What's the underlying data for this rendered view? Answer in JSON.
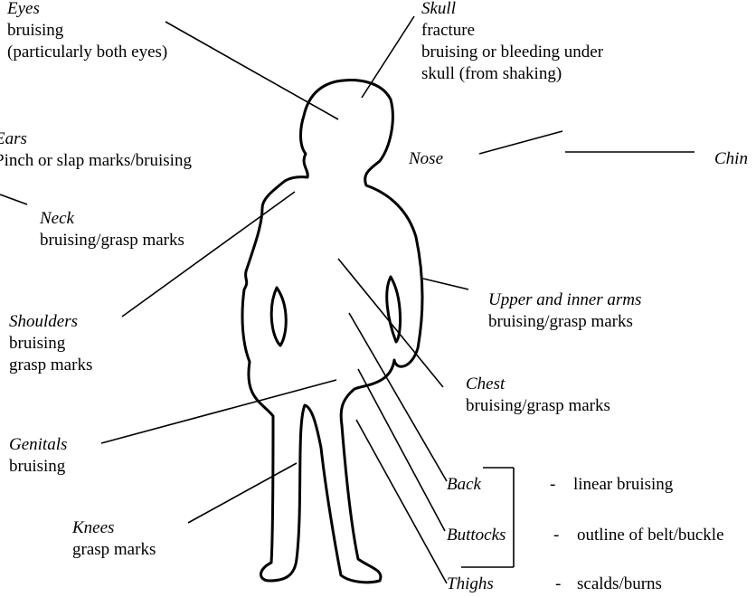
{
  "labels": {
    "eyes": {
      "title": "Eyes",
      "lines": [
        "bruising",
        "(particularly both eyes)"
      ]
    },
    "skull": {
      "title": "Skull",
      "lines": [
        "fracture",
        "bruising or bleeding under",
        "skull (from shaking)"
      ]
    },
    "ears": {
      "title": "Ears",
      "lines": [
        "Pinch or slap marks/bruising"
      ]
    },
    "nose": {
      "title": "Nose"
    },
    "chin": {
      "title": "Chin"
    },
    "neck": {
      "title": "Neck",
      "lines": [
        "bruising/grasp marks"
      ]
    },
    "upper_arms": {
      "title": "Upper and inner arms",
      "lines": [
        "bruising/grasp marks"
      ]
    },
    "shoulders": {
      "title": "Shoulders",
      "lines": [
        "bruising",
        "grasp marks"
      ]
    },
    "chest": {
      "title": "Chest",
      "lines": [
        "bruising/grasp marks"
      ]
    },
    "genitals": {
      "title": "Genitals",
      "lines": [
        "bruising"
      ]
    },
    "knees": {
      "title": "Knees",
      "lines": [
        "grasp marks"
      ]
    },
    "back": {
      "title": "Back",
      "note": "linear bruising"
    },
    "buttocks": {
      "title": "Buttocks",
      "note": "outline of belt/buckle"
    },
    "thighs": {
      "title": "Thighs",
      "note": "scalds/burns"
    }
  },
  "dash": "-",
  "colors": {
    "ink": "#000000",
    "background": "#ffffff"
  }
}
